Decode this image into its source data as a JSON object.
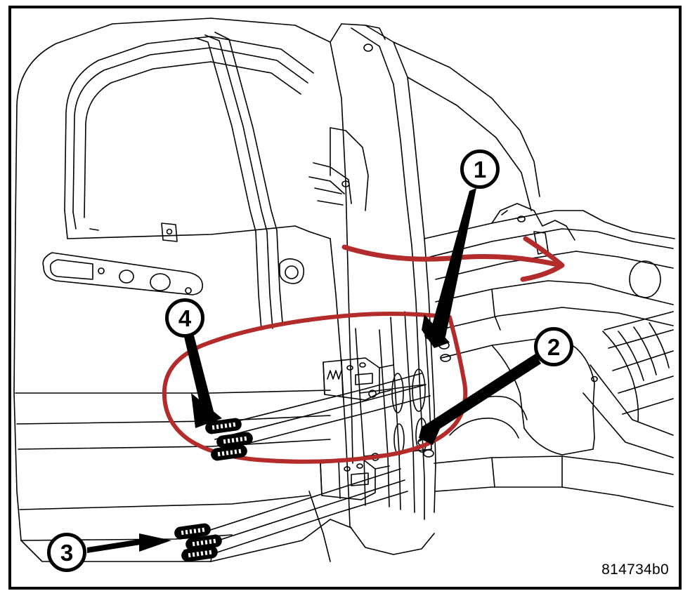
{
  "figure": {
    "id_label": "814734b0",
    "type": "technical-line-drawing",
    "subject": "vehicle front door and A-pillar hinge assembly",
    "border_color": "#000000",
    "background_color": "#ffffff",
    "line_color": "#000000",
    "annotation_color": "#b32b2b"
  },
  "callouts": [
    {
      "number": "1",
      "name": "callout-1"
    },
    {
      "number": "2",
      "name": "callout-2"
    },
    {
      "number": "3",
      "name": "callout-3"
    },
    {
      "number": "4",
      "name": "callout-4"
    }
  ],
  "annotations": {
    "oval_name": "red-highlight-oval",
    "arrow_name": "red-highlight-arrow"
  }
}
